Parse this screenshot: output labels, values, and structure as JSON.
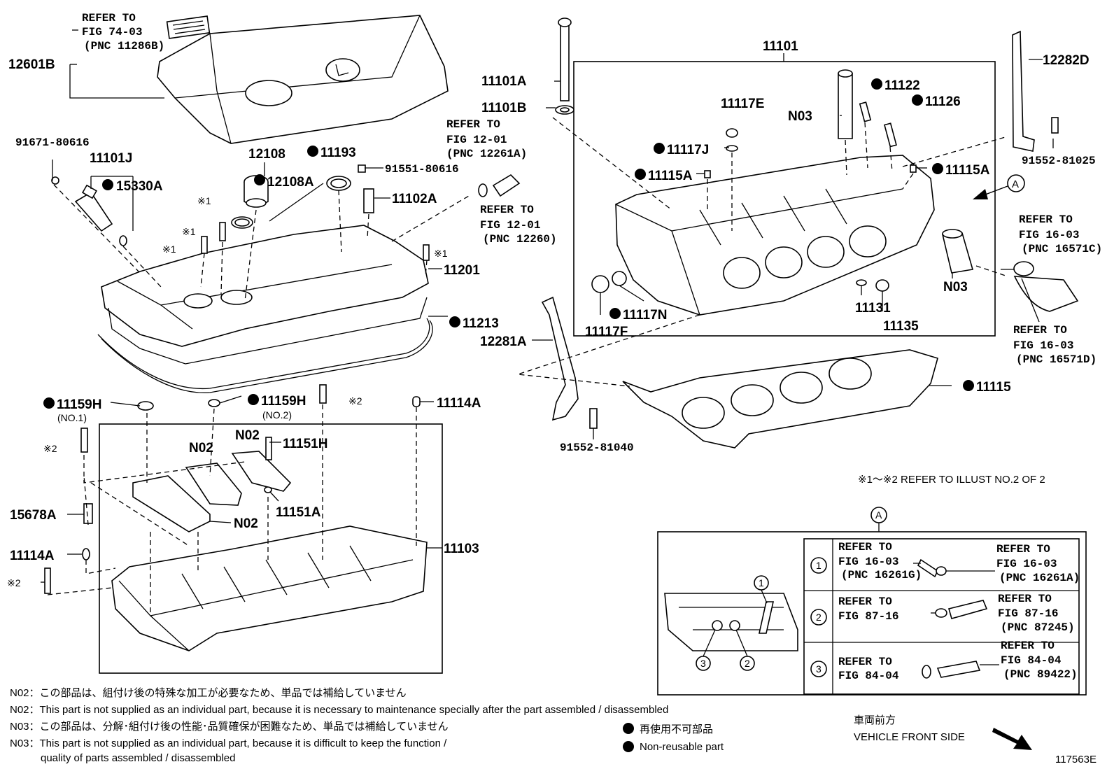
{
  "refs": {
    "fig7403": {
      "line1": "REFER TO",
      "line2": "FIG 74-03",
      "line3": "(PNC 11286B)"
    },
    "fig1201a": {
      "line1": "REFER TO",
      "line2": "FIG 12-01",
      "line3": "(PNC 12261A)"
    },
    "fig1201b": {
      "line1": "REFER TO",
      "line2": "FIG 12-01",
      "line3": "(PNC 12260)"
    },
    "fig1603c": {
      "line1": "REFER TO",
      "line2": "FIG 16-03",
      "line3": "(PNC 16571C)"
    },
    "fig1603d": {
      "line1": "REFER TO",
      "line2": "FIG 16-03",
      "line3": "(PNC 16571D)"
    }
  },
  "labels": {
    "p12601B": "12601B",
    "p91671": "91671-80616",
    "p11101J": "11101J",
    "p15330A": "15330A",
    "p12108": "12108",
    "p12108A": "12108A",
    "p11193": "11193",
    "p91551": "91551-80616",
    "p11102A": "11102A",
    "p11201": "11201",
    "p11213": "11213",
    "p11101A": "11101A",
    "p11101B": "11101B",
    "p11101": "11101",
    "p12282D": "12282D",
    "p91552_81025": "91552-81025",
    "p11122": "11122",
    "p11126": "11126",
    "p11117E": "11117E",
    "pN03a": "N03",
    "p11117J": "11117J",
    "p11115A_l": "11115A",
    "p11115A_r": "11115A",
    "p11117N": "11117N",
    "p11117F": "11117F",
    "p11131": "11131",
    "p11135": "11135",
    "pN03b": "N03",
    "p12281A": "12281A",
    "p11115": "11115",
    "p91552_81040": "91552-81040",
    "p11159H1": "11159H",
    "p11159H1_sub": "(NO.1)",
    "p11159H2": "11159H",
    "p11159H2_sub": "(NO.2)",
    "p11114A_t": "11114A",
    "pN02a": "N02",
    "pN02b": "N02",
    "p11151H": "11151H",
    "p15678A": "15678A",
    "pN02c": "N02",
    "p11151A": "11151A",
    "p11103": "11103",
    "p11114A_b": "11114A",
    "mark1": "※1",
    "mark2": "※2",
    "circleA": "A"
  },
  "illust_note": "※1～※2  REFER TO ILLUST NO.2 OF 2",
  "inset": {
    "c1": "1",
    "c2": "2",
    "c3": "3",
    "r1_left": {
      "line1": "REFER TO",
      "line2": "FIG 16-03",
      "line3": "(PNC 16261G)"
    },
    "r1_right": {
      "line1": "REFER TO",
      "line2": "FIG 16-03",
      "line3": "(PNC 16261A)"
    },
    "r2_left": {
      "line1": "REFER TO",
      "line2": "FIG 87-16"
    },
    "r2_right": {
      "line1": "REFER TO",
      "line2": "FIG 87-16",
      "line3": "(PNC 87245)"
    },
    "r3_left": {
      "line1": "REFER TO",
      "line2": "FIG 84-04"
    },
    "r3_right": {
      "line1": "REFER TO",
      "line2": "FIG 84-04",
      "line3": "(PNC 89422)"
    }
  },
  "notes": {
    "n02_jp": "N02：この部品は、組付け後の特殊な加工が必要なため、単品では補給していません",
    "n02_en": "N02：This part is not supplied as an individual part, because it is necessary to maintenance specially after the part assembled / disassembled",
    "n03_jp": "N03：この部品は、分解･組付け後の性能･品質確保が困難なため、単品では補給していません",
    "n03_en": "N03：This part is not supplied as an individual part, because it is difficult to keep the function /",
    "n03_en2": "quality of parts  assembled / disassembled",
    "legend_jp": "再使用不可部品",
    "legend_en": "Non-reusable part",
    "front_jp": "車両前方",
    "front_en": "VEHICLE FRONT SIDE",
    "illust_id": "117563E"
  }
}
